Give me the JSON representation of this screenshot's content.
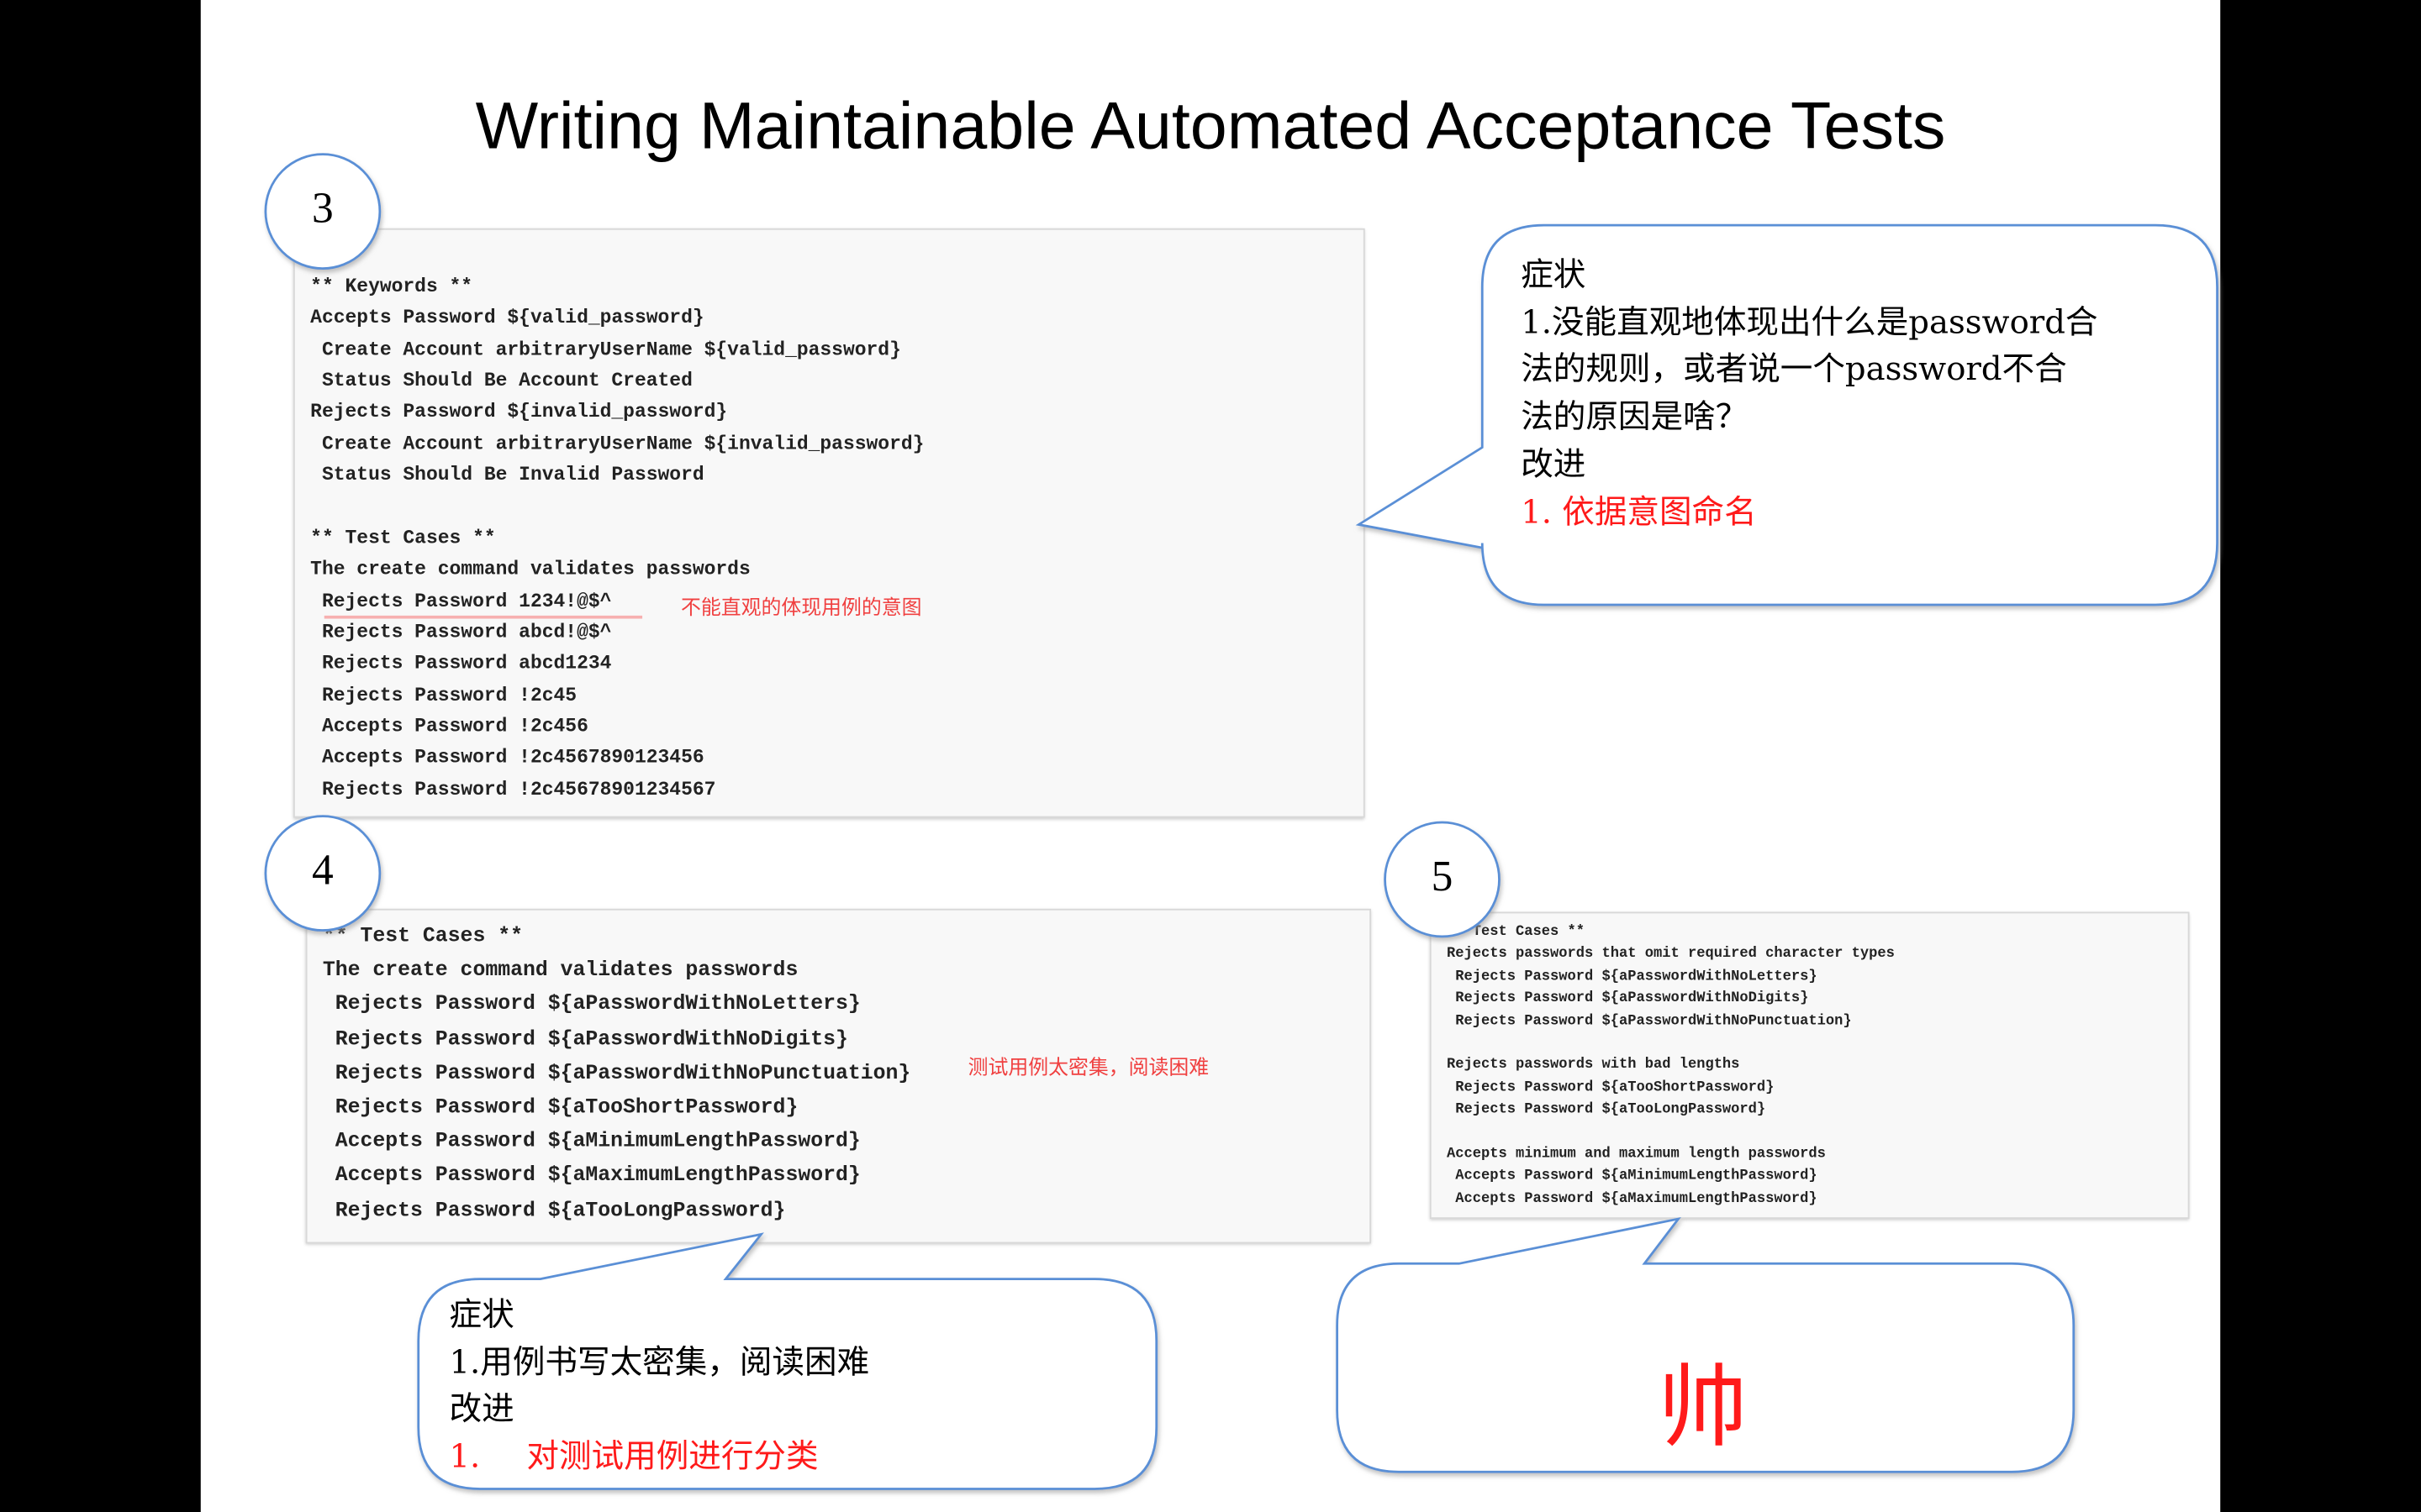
{
  "title": "Writing Maintainable Automated Acceptance Tests",
  "sections": [
    {
      "number": "3",
      "code_lines": [
        "** Keywords **",
        "Accepts Password ${valid_password}",
        " Create Account arbitraryUserName ${valid_password}",
        " Status Should Be Account Created",
        "Rejects Password ${invalid_password}",
        " Create Account arbitraryUserName ${invalid_password}",
        " Status Should Be Invalid Password",
        "",
        "** Test Cases **",
        "The create command validates passwords",
        " Rejects Password 1234!@$^",
        " Rejects Password abcd!@$^",
        " Rejects Password abcd1234",
        " Rejects Password !2c45",
        " Accepts Password !2c456",
        " Accepts Password !2c4567890123456",
        " Rejects Password !2c45678901234567"
      ],
      "annotation": "不能直观的体现用例的意图",
      "callout": {
        "symptom_heading": "症状",
        "symptom": "1.没能直观地体现出什么是password合法的规则，或者说一个password不合法的原因是啥？",
        "symptom_lines": [
          "1.没能直观地体现出什么是password合",
          "法的规则，或者说一个password不合",
          "法的原因是啥？"
        ],
        "improve_heading": "改进",
        "improvement": "1. 依据意图命名"
      }
    },
    {
      "number": "4",
      "code_lines": [
        "** Test Cases **",
        "The create command validates passwords",
        " Rejects Password ${aPasswordWithNoLetters}",
        " Rejects Password ${aPasswordWithNoDigits}",
        " Rejects Password ${aPasswordWithNoPunctuation}",
        " Rejects Password ${aTooShortPassword}",
        " Accepts Password ${aMinimumLengthPassword}",
        " Accepts Password ${aMaximumLengthPassword}",
        " Rejects Password ${aTooLongPassword}"
      ],
      "annotation": "测试用例太密集，阅读困难",
      "callout": {
        "symptom_heading": "症状",
        "symptom": "1.用例书写太密集，阅读困难",
        "improve_heading": "改进",
        "improvement_num": "1.",
        "improvement": "对测试用例进行分类"
      }
    },
    {
      "number": "5",
      "code_lines": [
        "** Test Cases **",
        "Rejects passwords that omit required character types",
        " Rejects Password ${aPasswordWithNoLetters}",
        " Rejects Password ${aPasswordWithNoDigits}",
        " Rejects Password ${aPasswordWithNoPunctuation}",
        "",
        "Rejects passwords with bad lengths",
        " Rejects Password ${aTooShortPassword}",
        " Rejects Password ${aTooLongPassword}",
        "",
        "Accepts minimum and maximum length passwords",
        " Accepts Password ${aMinimumLengthPassword}",
        " Accepts Password ${aMaximumLengthPassword}"
      ],
      "callout": {
        "text": "帅"
      }
    }
  ],
  "colors": {
    "accent_red": "#ff1a1a",
    "bubble_border": "#5a8fd6"
  }
}
